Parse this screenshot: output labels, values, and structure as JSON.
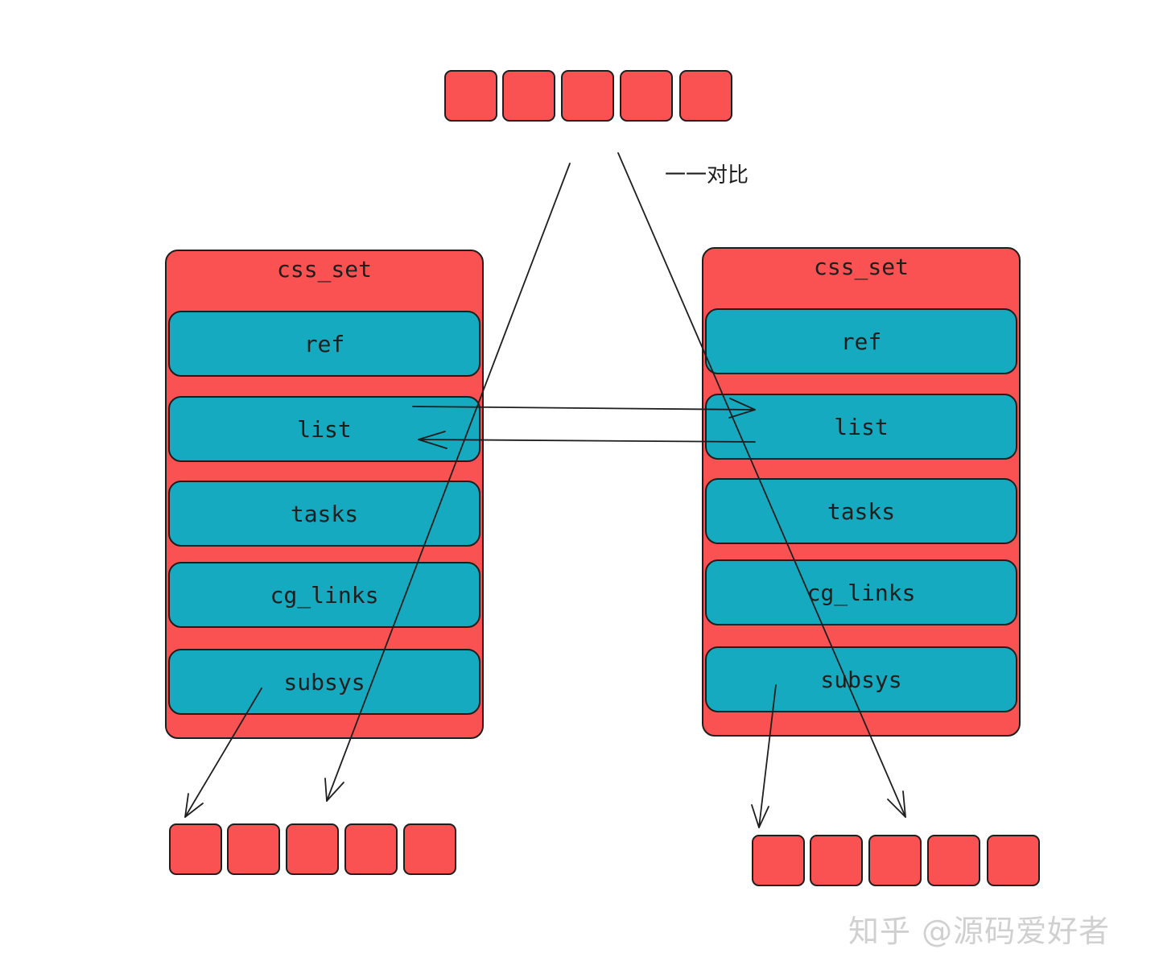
{
  "annotation": "一一对比",
  "watermark": "知乎 @源码爱好者",
  "colors": {
    "red": "#fa5252",
    "teal": "#15aabf",
    "stroke": "#1e1e1e"
  },
  "left_set": {
    "title": "css_set",
    "fields": [
      "ref",
      "list",
      "tasks",
      "cg_links",
      "subsys"
    ]
  },
  "right_set": {
    "title": "css_set",
    "fields": [
      "ref",
      "list",
      "tasks",
      "cg_links",
      "subsys"
    ]
  },
  "arrays": {
    "top_cells": 5,
    "left_bottom_cells": 5,
    "right_bottom_cells": 5
  }
}
